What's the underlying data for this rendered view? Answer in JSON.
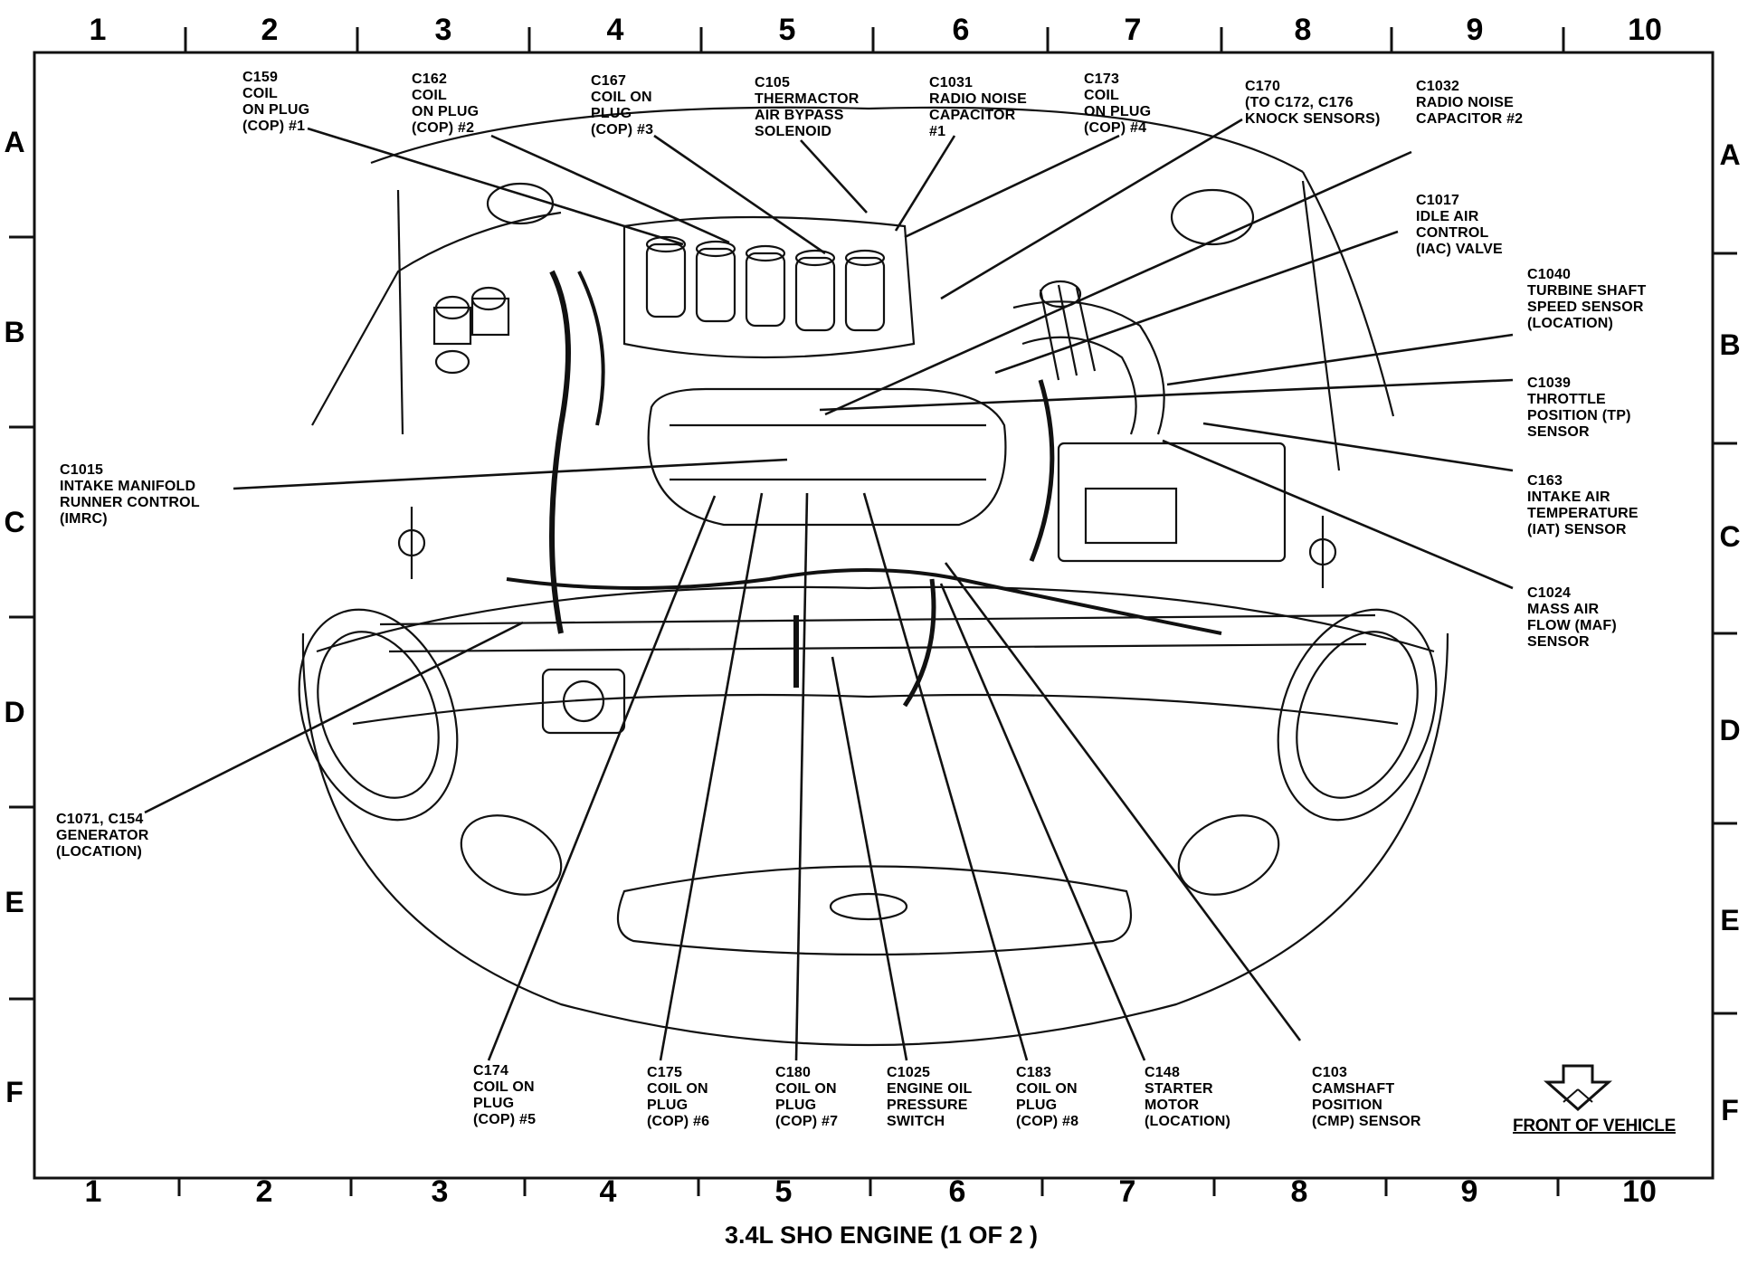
{
  "title": "3.4L SHO ENGINE (1 OF 2 )",
  "grid": {
    "columns": [
      "1",
      "2",
      "3",
      "4",
      "5",
      "6",
      "7",
      "8",
      "9",
      "10"
    ],
    "rows": [
      "A",
      "B",
      "C",
      "D",
      "E",
      "F"
    ]
  },
  "front_of_vehicle": "FRONT OF VEHICLE",
  "callouts": [
    {
      "id": "c159",
      "lines": [
        "C159",
        "COIL",
        "ON PLUG",
        "(COP) #1"
      ]
    },
    {
      "id": "c162",
      "lines": [
        "C162",
        "COIL",
        "ON PLUG",
        "(COP) #2"
      ]
    },
    {
      "id": "c167",
      "lines": [
        "C167",
        "COIL ON",
        "PLUG",
        "(COP) #3"
      ]
    },
    {
      "id": "c105",
      "lines": [
        "C105",
        "THERMACTOR",
        "AIR BYPASS",
        "SOLENOID"
      ]
    },
    {
      "id": "c1031",
      "lines": [
        "C1031",
        "RADIO NOISE",
        "CAPACITOR",
        "#1"
      ]
    },
    {
      "id": "c173",
      "lines": [
        "C173",
        "COIL",
        "ON PLUG",
        "(COP) #4"
      ]
    },
    {
      "id": "c170",
      "lines": [
        "C170",
        "(TO C172, C176",
        "KNOCK SENSORS)"
      ]
    },
    {
      "id": "c1032",
      "lines": [
        "C1032",
        "RADIO NOISE",
        "CAPACITOR #2"
      ]
    },
    {
      "id": "c1017",
      "lines": [
        "C1017",
        "IDLE AIR",
        "CONTROL",
        "(IAC) VALVE"
      ]
    },
    {
      "id": "c1040",
      "lines": [
        "C1040",
        "TURBINE SHAFT",
        "SPEED SENSOR",
        "(LOCATION)"
      ]
    },
    {
      "id": "c1039",
      "lines": [
        "C1039",
        "THROTTLE",
        "POSITION (TP)",
        "SENSOR"
      ]
    },
    {
      "id": "c163",
      "lines": [
        "C163",
        "INTAKE AIR",
        "TEMPERATURE",
        "(IAT) SENSOR"
      ]
    },
    {
      "id": "c1024",
      "lines": [
        "C1024",
        "MASS AIR",
        "FLOW (MAF)",
        "SENSOR"
      ]
    },
    {
      "id": "c1015",
      "lines": [
        "C1015",
        "INTAKE MANIFOLD",
        "RUNNER CONTROL",
        "(IMRC)"
      ]
    },
    {
      "id": "c1071",
      "lines": [
        "C1071, C154",
        "GENERATOR",
        "(LOCATION)"
      ]
    },
    {
      "id": "c174",
      "lines": [
        "C174",
        "COIL ON",
        "PLUG",
        "(COP) #5"
      ]
    },
    {
      "id": "c175",
      "lines": [
        "C175",
        "COIL ON",
        "PLUG",
        "(COP) #6"
      ]
    },
    {
      "id": "c180",
      "lines": [
        "C180",
        "COIL ON",
        "PLUG",
        "(COP) #7"
      ]
    },
    {
      "id": "c1025",
      "lines": [
        "C1025",
        "ENGINE OIL",
        "PRESSURE",
        "SWITCH"
      ]
    },
    {
      "id": "c183",
      "lines": [
        "C183",
        "COIL ON",
        "PLUG",
        "(COP) #8"
      ]
    },
    {
      "id": "c148",
      "lines": [
        "C148",
        "STARTER",
        "MOTOR",
        "(LOCATION)"
      ]
    },
    {
      "id": "c103",
      "lines": [
        "C103",
        "CAMSHAFT",
        "POSITION",
        "(CMP) SENSOR"
      ]
    }
  ]
}
